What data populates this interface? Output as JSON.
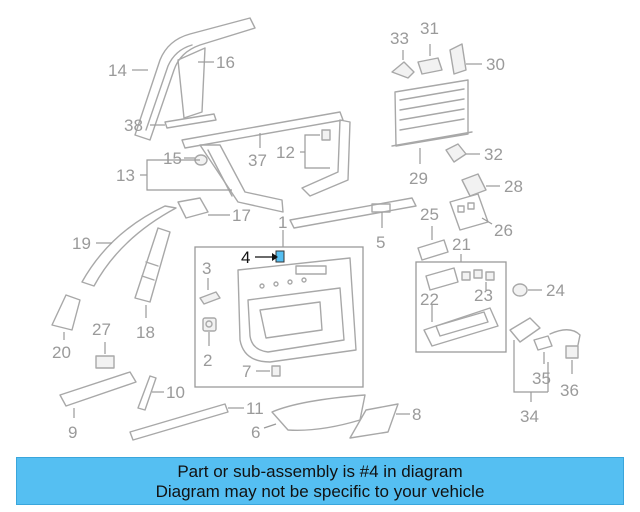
{
  "labels": {
    "p1": "1",
    "p2": "2",
    "p3": "3",
    "p4": "4",
    "p5": "5",
    "p6": "6",
    "p7": "7",
    "p8": "8",
    "p9": "9",
    "p10": "10",
    "p11": "11",
    "p12": "12",
    "p13": "13",
    "p14": "14",
    "p15": "15",
    "p16": "16",
    "p17": "17",
    "p18": "18",
    "p19": "19",
    "p20": "20",
    "p21": "21",
    "p22": "22",
    "p23": "23",
    "p24": "24",
    "p25": "25",
    "p26": "26",
    "p27": "27",
    "p28": "28",
    "p29": "29",
    "p30": "30",
    "p31": "31",
    "p32": "32",
    "p33": "33",
    "p34": "34",
    "p35": "35",
    "p36": "36",
    "p37": "37",
    "p38": "38"
  },
  "highlight": {
    "part": "4",
    "color": "#55bff2"
  },
  "banner": {
    "line1": "Part or sub-assembly is #4 in diagram",
    "line2": "Diagram may not be specific to your vehicle",
    "background": "#55bff2"
  }
}
